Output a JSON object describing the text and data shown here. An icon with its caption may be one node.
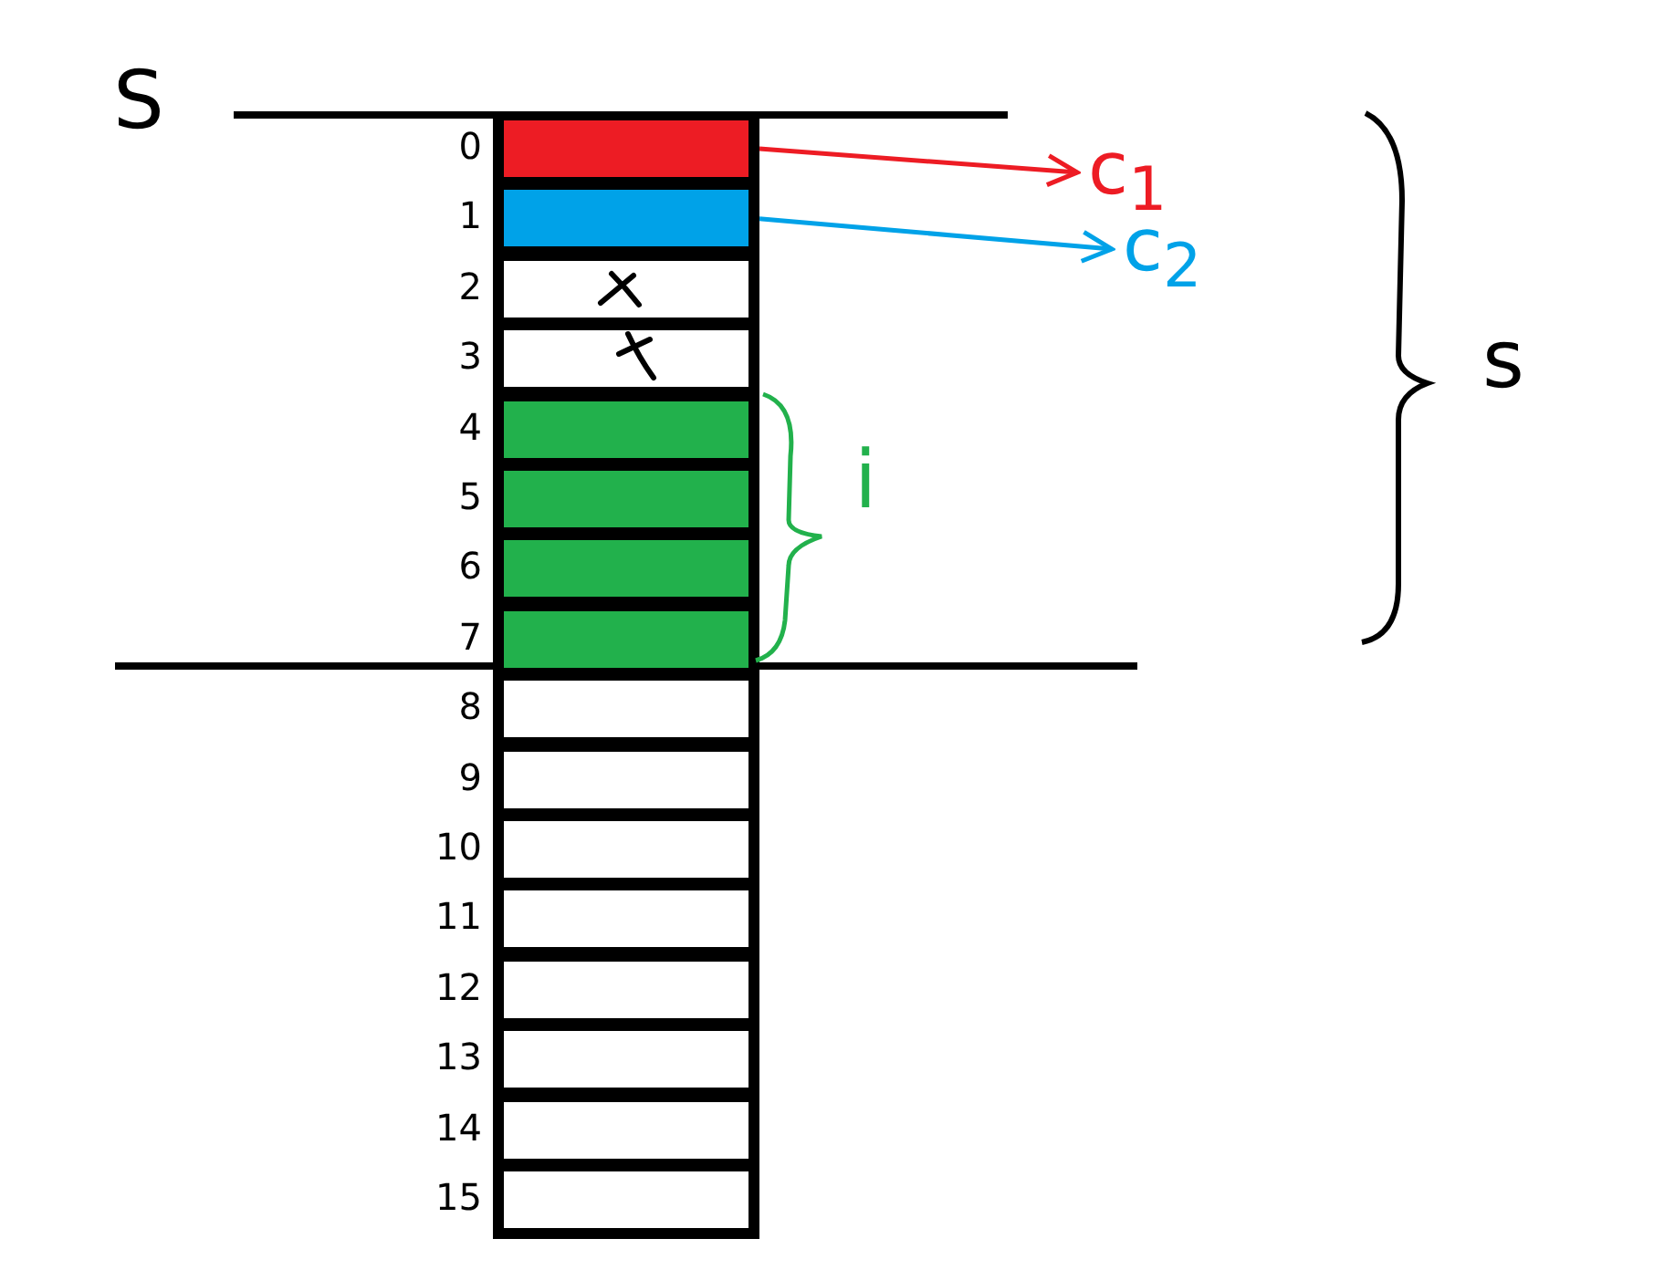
{
  "diagram": {
    "nodes": [
      {
        "text": [],
        "shape": "box",
        "beside": [
          "0"
        ]
      },
      {
        "text": [],
        "shape": "box",
        "beside": [
          "1"
        ]
      },
      {
        "text": [],
        "shape": "box",
        "beside": [
          "2"
        ]
      },
      {
        "text": [],
        "shape": "box",
        "beside": [
          "3"
        ]
      },
      {
        "text": [],
        "shape": "box",
        "beside": [
          "4"
        ]
      },
      {
        "text": [],
        "shape": "box",
        "beside": [
          "5"
        ]
      },
      {
        "text": [],
        "shape": "box",
        "beside": [
          "6"
        ]
      },
      {
        "text": [],
        "shape": "box",
        "beside": [
          "7"
        ]
      },
      {
        "text": [],
        "shape": "box",
        "beside": [
          "8"
        ]
      },
      {
        "text": [],
        "shape": "box",
        "beside": [
          "9"
        ]
      },
      {
        "text": [],
        "shape": "box",
        "beside": [
          "10"
        ]
      },
      {
        "text": [],
        "shape": "box",
        "beside": [
          "11"
        ]
      },
      {
        "text": [],
        "shape": "box",
        "beside": [
          "12"
        ]
      },
      {
        "text": [],
        "shape": "box",
        "beside": [
          "13"
        ]
      },
      {
        "text": [],
        "shape": "box",
        "beside": [
          "14"
        ]
      },
      {
        "text": [],
        "shape": "box",
        "beside": [
          "15"
        ]
      },
      {
        "text": [
          "c$_{1}$"
        ]
      },
      {
        "text": [
          "c$_{2}$"
        ]
      }
    ],
    "edges": [
      {
        "from": 0,
        "to": 16,
        "arrow": "to",
        "color": "#ed1c24"
      },
      {
        "from": 1,
        "to": 17,
        "arrow": "to",
        "color": "#00a2e8"
      }
    ],
    "labels": [
      "S",
      "i",
      "s"
    ]
  }
}
